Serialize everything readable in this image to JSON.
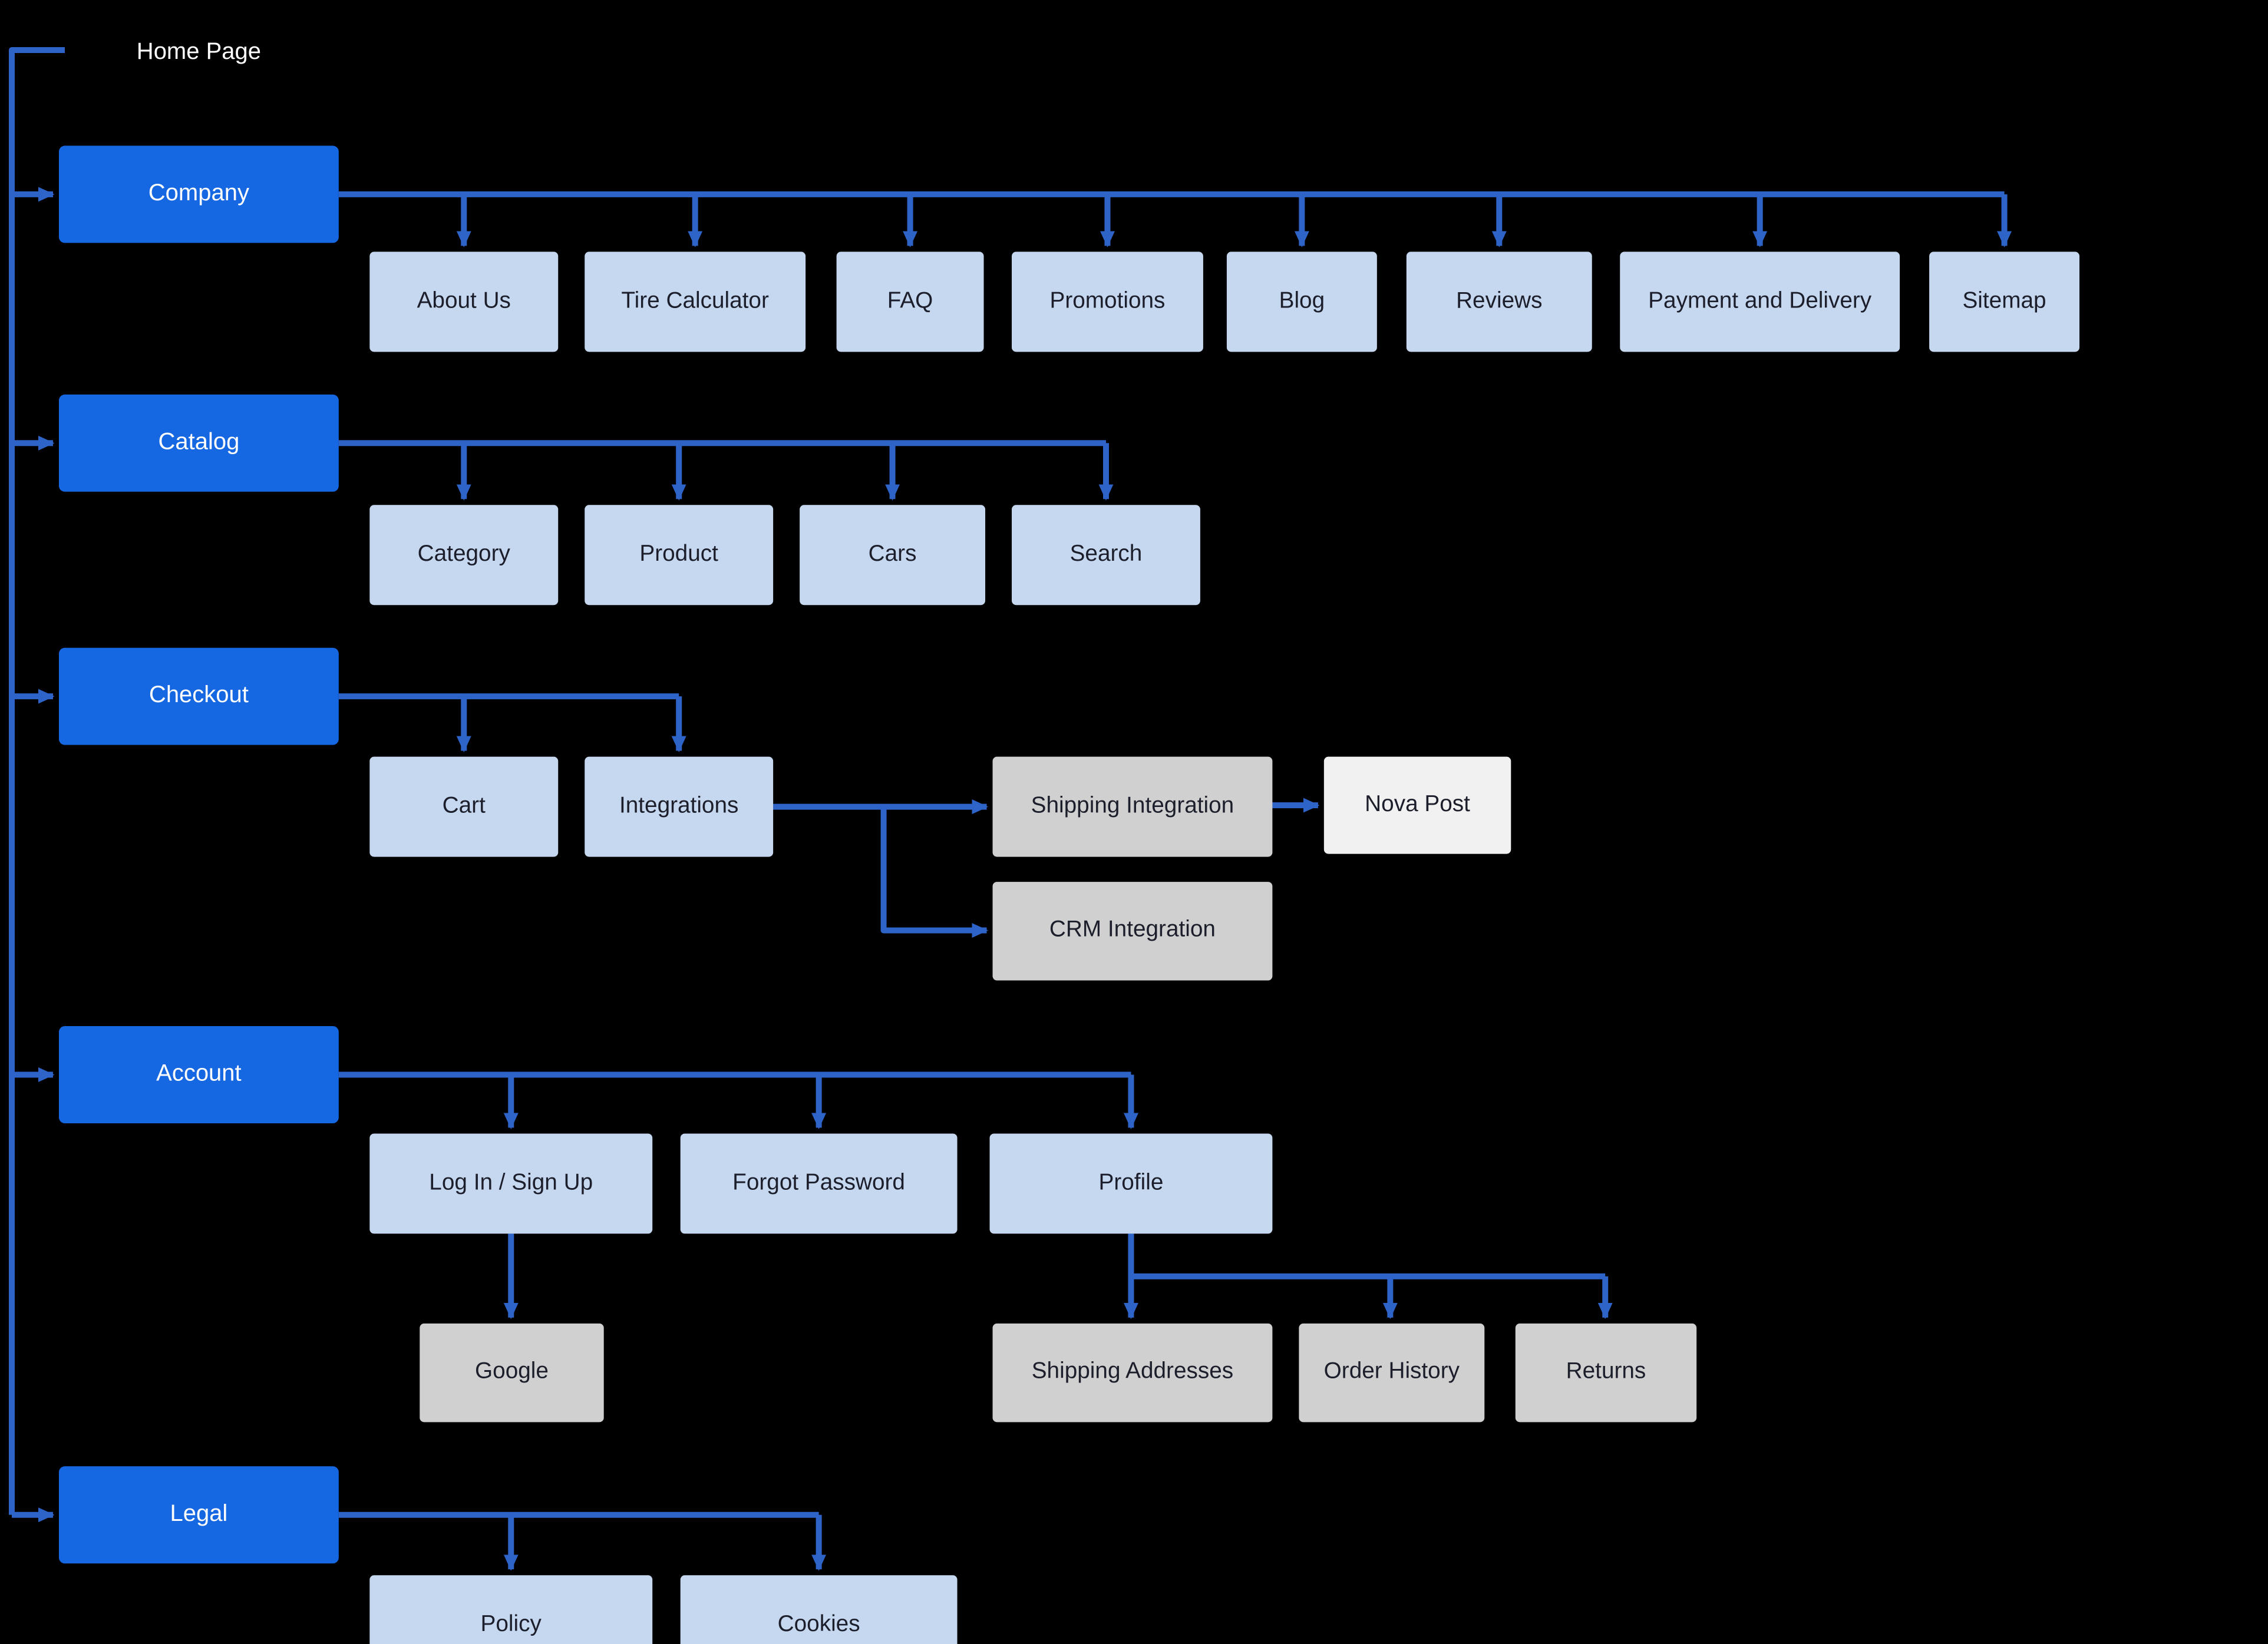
{
  "colors": {
    "background": "#000000",
    "primary_box": "#1667e2",
    "primary_text": "#ffffff",
    "child_box": "#c6d8f0",
    "gray_box": "#d0d0d0",
    "white_box": "#f1f1f1",
    "connector": "#2e63c8",
    "dark_text": "#1c1f2b"
  },
  "diagram": {
    "root": {
      "label": "Home Page"
    },
    "sections": [
      {
        "label": "Company",
        "children": [
          {
            "label": "About Us"
          },
          {
            "label": "Tire Calculator"
          },
          {
            "label": "FAQ"
          },
          {
            "label": "Promotions"
          },
          {
            "label": "Blog"
          },
          {
            "label": "Reviews"
          },
          {
            "label": "Payment and Delivery"
          },
          {
            "label": "Sitemap"
          }
        ]
      },
      {
        "label": "Catalog",
        "children": [
          {
            "label": "Category"
          },
          {
            "label": "Product"
          },
          {
            "label": "Cars"
          },
          {
            "label": "Search"
          }
        ]
      },
      {
        "label": "Checkout",
        "children": [
          {
            "label": "Cart"
          },
          {
            "label": "Integrations",
            "children": [
              {
                "label": "Shipping Integration",
                "children": [
                  {
                    "label": "Nova Post"
                  }
                ]
              },
              {
                "label": "CRM Integration"
              }
            ]
          }
        ]
      },
      {
        "label": "Account",
        "children": [
          {
            "label": "Log In / Sign Up",
            "children": [
              {
                "label": "Google"
              }
            ]
          },
          {
            "label": "Forgot Password"
          },
          {
            "label": "Profile",
            "children": [
              {
                "label": "Shipping Addresses"
              },
              {
                "label": "Order History"
              },
              {
                "label": "Returns"
              }
            ]
          }
        ]
      },
      {
        "label": "Legal",
        "children": [
          {
            "label": "Policy"
          },
          {
            "label": "Cookies"
          }
        ]
      }
    ]
  }
}
